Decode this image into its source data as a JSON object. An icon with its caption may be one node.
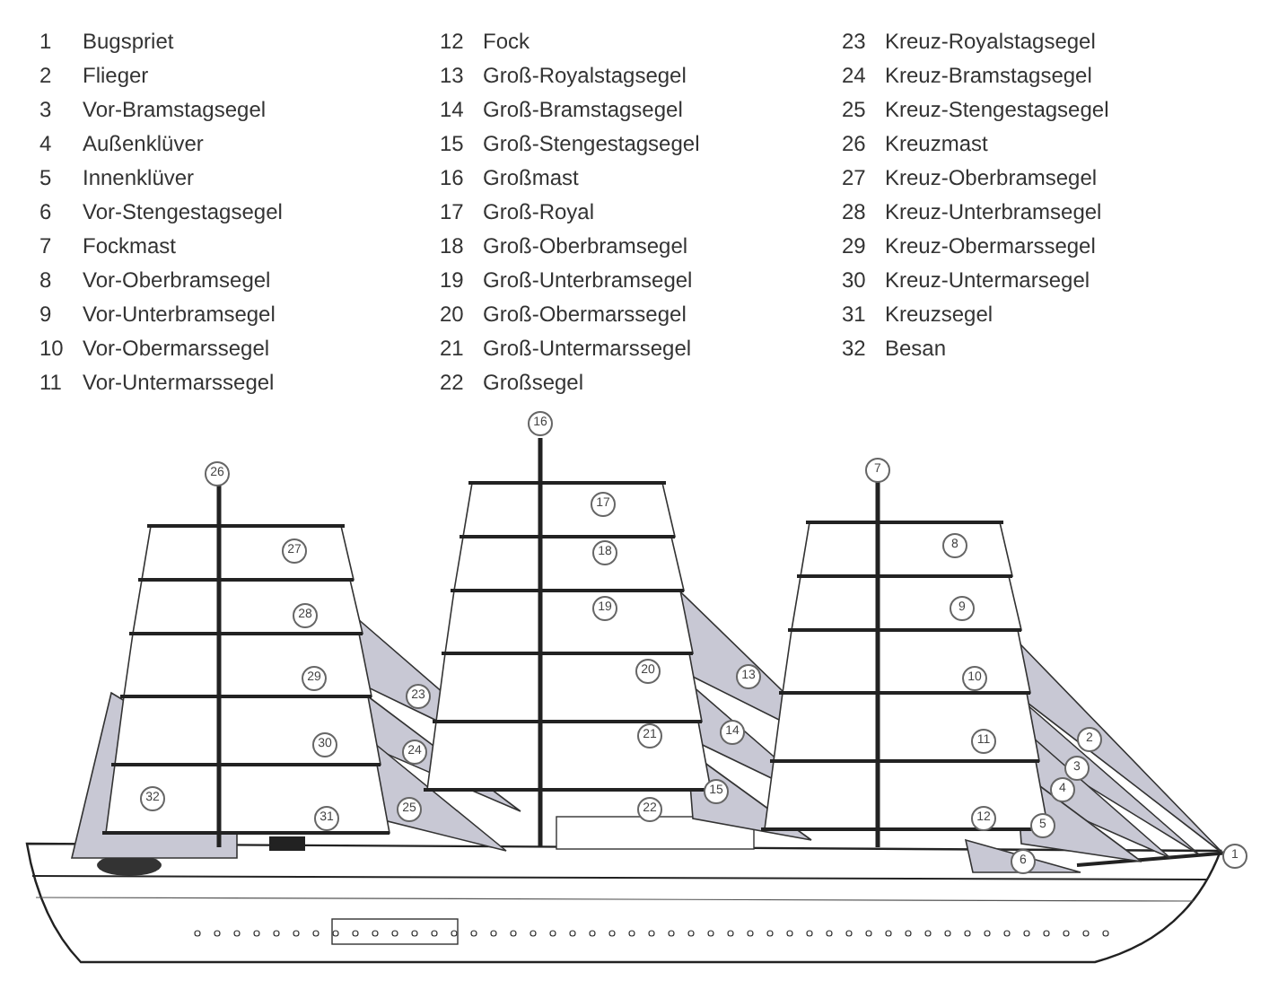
{
  "diagram": {
    "labels": [
      "1",
      "Bugspriet",
      "12",
      "Fock",
      "23",
      "Kreuz-Royalstagsegel",
      "2",
      "Flieger",
      "13",
      "Groß-Royalstagsegel",
      "24",
      "Kreuz-Bramstagsegel",
      "3",
      "Vor-Bramstagsegel",
      "14",
      "Groß-Bramstagsegel",
      "25",
      "Kreuz-Stengestagsegel",
      "4",
      "Außenklüver",
      "15",
      "Groß-Stengestagsegel",
      "26",
      "Kreuzmast",
      "5",
      "Innenklüver",
      "16",
      "Großmast",
      "27",
      "Kreuz-Oberbramsegel",
      "6",
      "Vor-Stengestagsegel",
      "17",
      "Groß-Royal",
      "28",
      "Kreuz-Unterbramsegel",
      "7",
      "Fockmast",
      "18",
      "Groß-Oberbramsegel",
      "29",
      "Kreuz-Obermarssegel",
      "8",
      "Vor-Oberbramsegel",
      "19",
      "Groß-Unterbramsegel",
      "30",
      "Kreuz-Untermarsegel",
      "9",
      "Vor-Unterbramsegel",
      "20",
      "Groß-Obermarssegel",
      "31",
      "Kreuzsegel",
      "10",
      "Vor-Obermarssegel",
      "21",
      "Groß-Untermarssegel",
      "32",
      "Besan",
      "11",
      "Vor-Untermarssegel",
      "22",
      "Großsegel",
      "1",
      "2",
      "3",
      "4",
      "5",
      "6",
      "7",
      "8",
      "9",
      "10",
      "11",
      "12",
      "13",
      "14",
      "15",
      "16",
      "17",
      "18",
      "19",
      "20",
      "21",
      "22",
      "23",
      "24",
      "25",
      "26",
      "27",
      "28",
      "29",
      "30",
      "31",
      "32"
    ]
  }
}
